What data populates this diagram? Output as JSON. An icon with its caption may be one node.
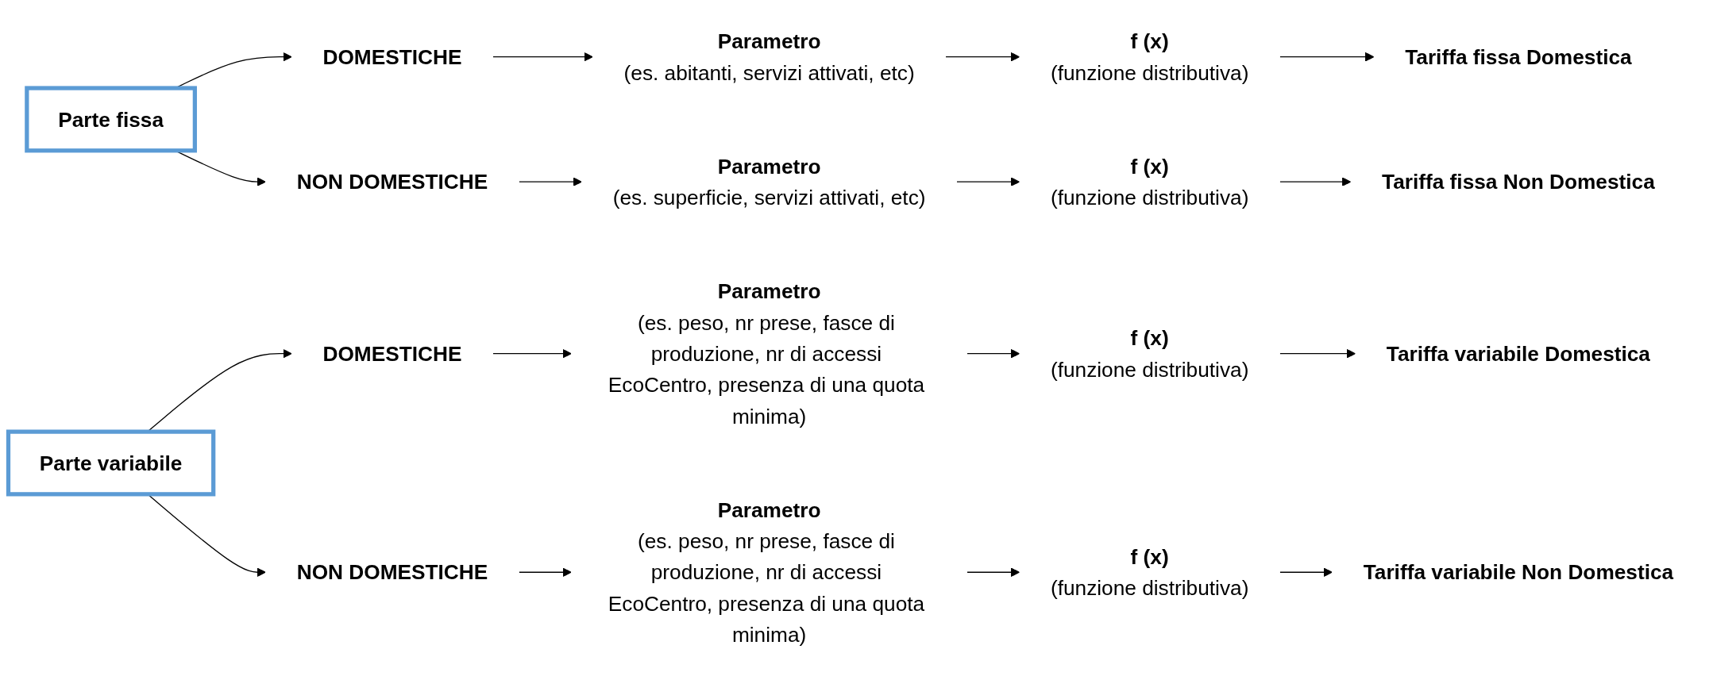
{
  "diagram": {
    "nodes": [
      {
        "text": [
          "Parte fissa"
        ]
      },
      {
        "text": [
          "DOMESTICHE"
        ]
      },
      {
        "text": [
          "Parametro",
          "(es. abitanti, servizi attivati, etc)"
        ]
      },
      {
        "text": [
          "f (x)",
          "(funzione distributiva)"
        ]
      },
      {
        "text": [
          "Tariffa fissa Domestica"
        ]
      },
      {
        "text": [
          "NON DOMESTICHE"
        ]
      },
      {
        "text": [
          "Parametro",
          "(es. superficie, servizi attivati, etc)"
        ]
      },
      {
        "text": [
          "f (x)",
          "(funzione distributiva)"
        ]
      },
      {
        "text": [
          "Tariffa fissa Non Domestica"
        ]
      },
      {
        "text": [
          "Parte variabile"
        ]
      },
      {
        "text": [
          "DOMESTICHE"
        ]
      },
      {
        "text": [
          "Parametro",
          "(es. peso, nr prese, fasce di produzione, nr di accessi EcoCentro, presenza di una quota minima)"
        ]
      },
      {
        "text": [
          "f (x)",
          "(funzione distributiva)"
        ]
      },
      {
        "text": [
          "Tariffa variabile Domestica"
        ]
      },
      {
        "text": [
          "NON DOMESTICHE"
        ]
      },
      {
        "text": [
          "Parametro",
          "(es. peso, nr prese, fasce di produzione, nr di accessi EcoCentro, presenza di una quota minima)"
        ]
      },
      {
        "text": [
          "f (x)",
          "(funzione distributiva)"
        ]
      },
      {
        "text": [
          "Tariffa variabile Non Domestica"
        ]
      }
    ],
    "edges": [
      {
        "from": 0,
        "to": 1,
        "arrow": "to"
      },
      {
        "from": 0,
        "to": 5,
        "arrow": "to"
      },
      {
        "from": 1,
        "to": 2,
        "arrow": "to"
      },
      {
        "from": 2,
        "to": 3,
        "arrow": "to"
      },
      {
        "from": 3,
        "to": 4,
        "arrow": "to"
      },
      {
        "from": 5,
        "to": 6,
        "arrow": "to"
      },
      {
        "from": 6,
        "to": 7,
        "arrow": "to"
      },
      {
        "from": 7,
        "to": 8,
        "arrow": "to"
      },
      {
        "from": 9,
        "to": 10,
        "arrow": "to"
      },
      {
        "from": 9,
        "to": 14,
        "arrow": "to"
      },
      {
        "from": 10,
        "to": 11,
        "arrow": "to"
      },
      {
        "from": 11,
        "to": 12,
        "arrow": "to"
      },
      {
        "from": 12,
        "to": 13,
        "arrow": "to"
      },
      {
        "from": 14,
        "to": 15,
        "arrow": "to"
      },
      {
        "from": 15,
        "to": 16,
        "arrow": "to"
      },
      {
        "from": 16,
        "to": 17,
        "arrow": "to"
      }
    ]
  }
}
